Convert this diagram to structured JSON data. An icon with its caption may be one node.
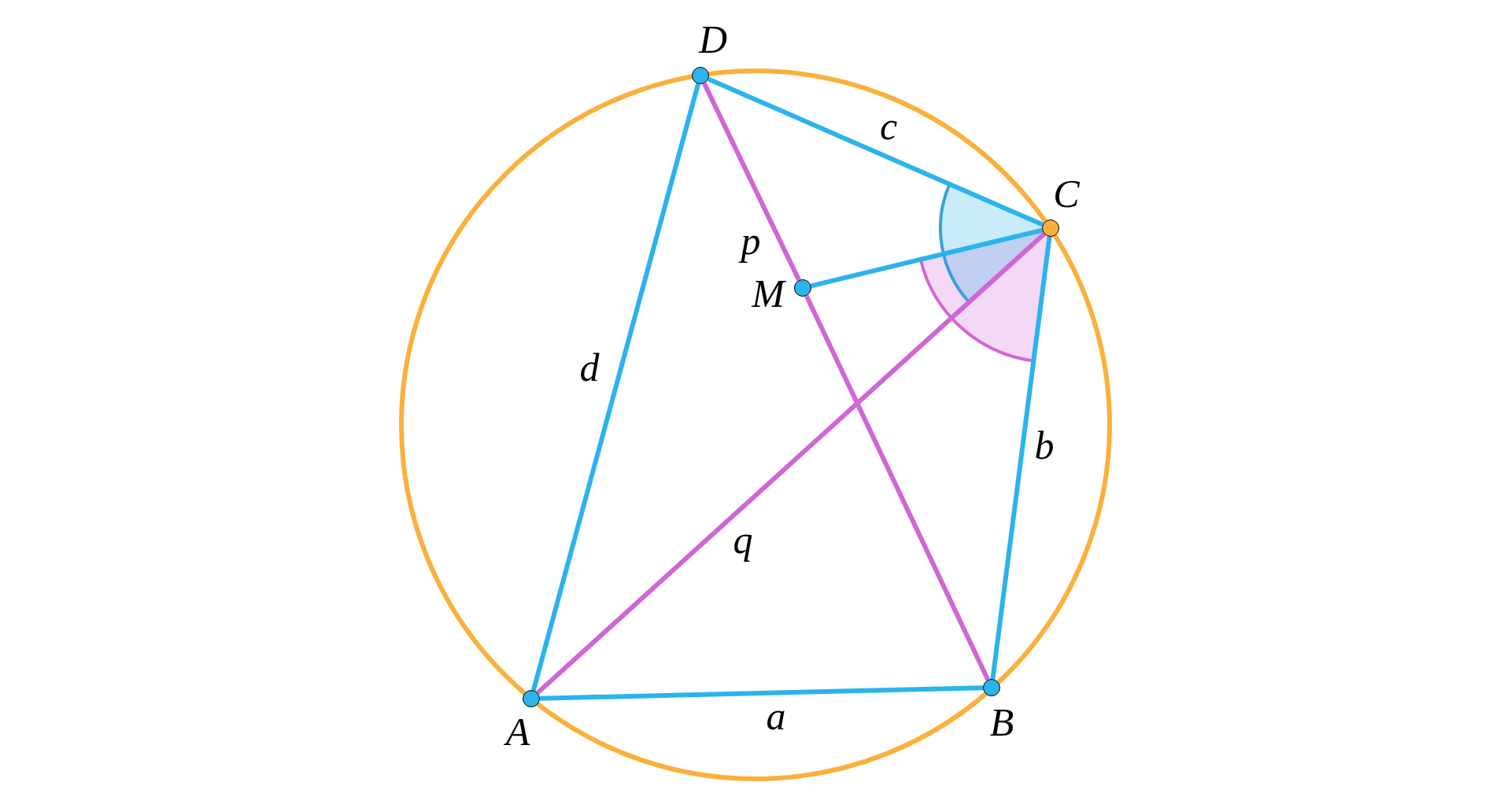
{
  "diagram": {
    "nodes": [
      {
        "text": [
          "D"
        ]
      },
      {
        "text": [
          "C"
        ]
      },
      {
        "text": [
          "M"
        ]
      },
      {
        "text": [
          "A"
        ]
      },
      {
        "text": [
          "B"
        ]
      }
    ],
    "edges": [
      {
        "from": 0,
        "to": 3,
        "arrow": "none",
        "label": "d"
      },
      {
        "from": 3,
        "to": 4,
        "arrow": "none",
        "label": "a"
      },
      {
        "from": 4,
        "to": 1,
        "arrow": "none",
        "label": "b"
      },
      {
        "from": 1,
        "to": 0,
        "arrow": "none",
        "label": "c"
      },
      {
        "from": 0,
        "to": 2,
        "arrow": "none",
        "label": "p",
        "color": "#d066d6"
      },
      {
        "from": 2,
        "to": 4,
        "arrow": "none",
        "color": "#d066d6"
      },
      {
        "from": 3,
        "to": 1,
        "arrow": "none",
        "label": "q",
        "color": "#d066d6"
      },
      {
        "from": 2,
        "to": 1,
        "arrow": "none"
      }
    ]
  }
}
